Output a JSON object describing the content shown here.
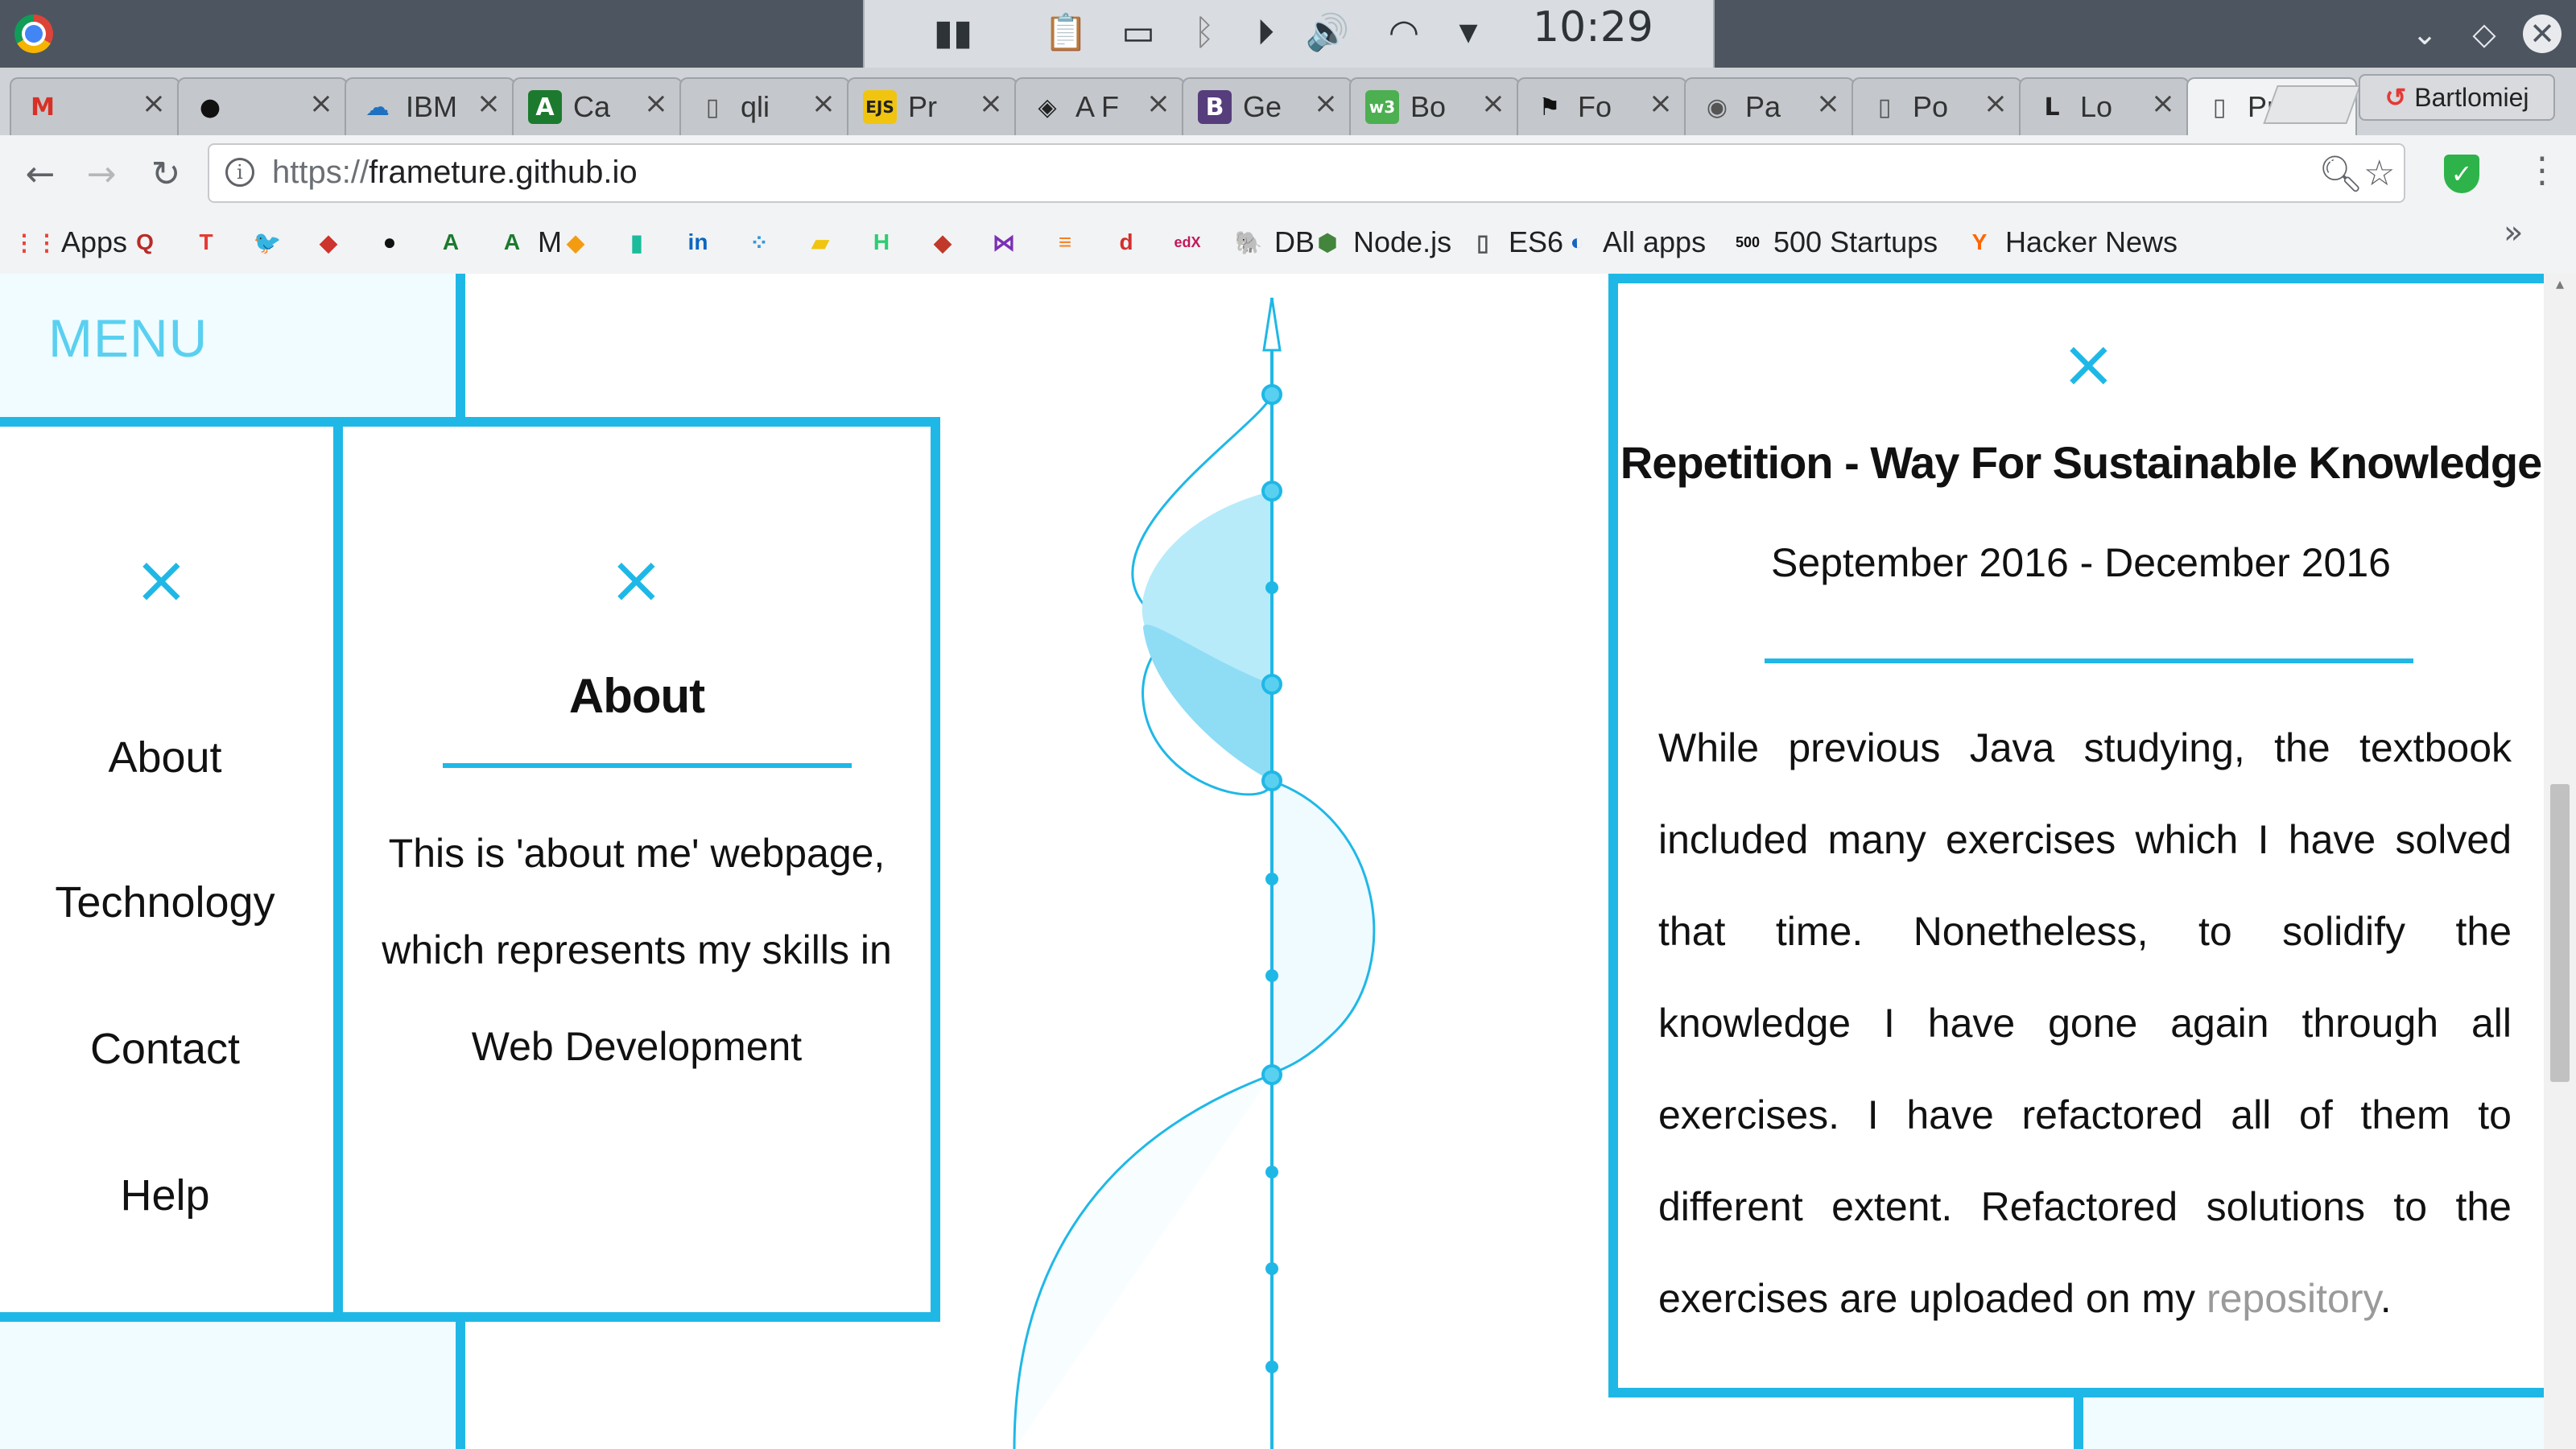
{
  "os": {
    "clock": "10:29"
  },
  "browser": {
    "tabs": [
      {
        "icon": "gmail-icon",
        "glyph": "M",
        "color": "#d93025",
        "bg": "transparent",
        "label": ""
      },
      {
        "icon": "github-icon",
        "glyph": "●",
        "color": "#111",
        "bg": "transparent",
        "label": ""
      },
      {
        "icon": "ibm-cloud-icon",
        "glyph": "☁",
        "color": "#1f70c1",
        "bg": "transparent",
        "label": "IBM"
      },
      {
        "icon": "android-studio-icon",
        "glyph": "A",
        "color": "#fff",
        "bg": "#1b7a2e",
        "label": "Ca"
      },
      {
        "icon": "document-icon",
        "glyph": "▯",
        "color": "#555",
        "bg": "transparent",
        "label": "qli"
      },
      {
        "icon": "ejs-icon",
        "glyph": "EJS",
        "color": "#222",
        "bg": "#f1c40f",
        "label": "Pr"
      },
      {
        "icon": "codepen-icon",
        "glyph": "◈",
        "color": "#222",
        "bg": "transparent",
        "label": "A F"
      },
      {
        "icon": "bootstrap-icon",
        "glyph": "B",
        "color": "#fff",
        "bg": "#563d7c",
        "label": "Ge"
      },
      {
        "icon": "w3schools-icon",
        "glyph": "w3",
        "color": "#fff",
        "bg": "#4caf50",
        "label": "Bo"
      },
      {
        "icon": "flag-icon",
        "glyph": "⚑",
        "color": "#111",
        "bg": "transparent",
        "label": "Fo"
      },
      {
        "icon": "globe-icon",
        "glyph": "◉",
        "color": "#555",
        "bg": "transparent",
        "label": "Pa"
      },
      {
        "icon": "document-icon",
        "glyph": "▯",
        "color": "#555",
        "bg": "transparent",
        "label": "Po"
      },
      {
        "icon": "l-icon",
        "glyph": "L",
        "color": "#222",
        "bg": "transparent",
        "label": "Lo"
      },
      {
        "icon": "document-icon",
        "glyph": "▯",
        "color": "#555",
        "bg": "transparent",
        "label": "Pr",
        "active": true
      }
    ],
    "tab_close_glyph": "×",
    "profile": "Bartlomiej",
    "url_scheme": "https://",
    "url_host": "frameture.github.io",
    "bookmarks": [
      {
        "icon": "apps-grid-icon",
        "glyph": "⋮⋮",
        "color": "#e94235",
        "label": "Apps"
      },
      {
        "icon": "quora-icon",
        "glyph": "Q",
        "color": "#b92b27",
        "label": ""
      },
      {
        "icon": "t-icon",
        "glyph": "T",
        "color": "#e53935",
        "label": ""
      },
      {
        "icon": "twitter-icon",
        "glyph": "🐦",
        "color": "#1da1f2",
        "label": ""
      },
      {
        "icon": "ruby-icon",
        "glyph": "◆",
        "color": "#cc342d",
        "label": ""
      },
      {
        "icon": "github-icon",
        "glyph": "●",
        "color": "#111",
        "label": ""
      },
      {
        "icon": "android-studio-icon",
        "glyph": "A",
        "color": "#1b7a2e",
        "label": ""
      },
      {
        "icon": "android-studio-icon",
        "glyph": "A",
        "color": "#1b7a2e",
        "label": "M"
      },
      {
        "icon": "layers-icon",
        "glyph": "◆",
        "color": "#f39c12",
        "label": ""
      },
      {
        "icon": "audio-icon",
        "glyph": "▮",
        "color": "#1abc9c",
        "label": ""
      },
      {
        "icon": "linkedin-icon",
        "glyph": "in",
        "color": "#0a66c2",
        "label": ""
      },
      {
        "icon": "dots-icon",
        "glyph": "⁘",
        "color": "#3498db",
        "label": ""
      },
      {
        "icon": "folder-icon",
        "glyph": "▰",
        "color": "#f1c40f",
        "label": ""
      },
      {
        "icon": "h-icon",
        "glyph": "H",
        "color": "#2ecc71",
        "label": ""
      },
      {
        "icon": "gem-icon",
        "glyph": "◆",
        "color": "#c0392b",
        "label": ""
      },
      {
        "icon": "visual-studio-icon",
        "glyph": "⋈",
        "color": "#7b2fb5",
        "label": ""
      },
      {
        "icon": "stackoverflow-icon",
        "glyph": "≡",
        "color": "#f48024",
        "label": ""
      },
      {
        "icon": "diki-icon",
        "glyph": "d",
        "color": "#d32f2f",
        "label": ""
      },
      {
        "icon": "edx-icon",
        "glyph": "edX",
        "color": "#c2185b",
        "label": ""
      },
      {
        "icon": "postgres-icon",
        "glyph": "🐘",
        "color": "#336791",
        "label": "DB"
      },
      {
        "icon": "nodejs-icon",
        "glyph": "⬢",
        "color": "#43853d",
        "label": "Node.js"
      },
      {
        "icon": "document-icon",
        "glyph": "▯",
        "color": "#555",
        "label": "ES6"
      },
      {
        "icon": "allapps-icon",
        "glyph": "◐",
        "color": "#1565c0",
        "label": "All apps"
      },
      {
        "icon": "500-icon",
        "glyph": "500",
        "color": "#111",
        "label": "500 Startups"
      },
      {
        "icon": "hackernews-icon",
        "glyph": "Y",
        "color": "#ff6600",
        "label": "Hacker News"
      }
    ],
    "bookmarks_more": "»"
  },
  "site": {
    "menu_title": "MENU",
    "close_glyph": "×",
    "nav": [
      "About",
      "Technology",
      "Contact",
      "Help"
    ],
    "about": {
      "title": "About",
      "text": "This is 'about me' webpage, which represents my skills in Web Development"
    },
    "detail": {
      "title": "Repetition - Way For Sustainable Knowledge",
      "date": "September 2016 - December 2016",
      "text": "While previous Java studying, the textbook included many exercises which I have solved that time. Nonetheless, to solidify the knowledge I have gone again through all exercises. I have refactored all of them to different extent. Refactored solutions to the exercises are uploaded on my",
      "link": "repository",
      "after_link": "."
    },
    "accent_color": "#1fb8e6"
  }
}
